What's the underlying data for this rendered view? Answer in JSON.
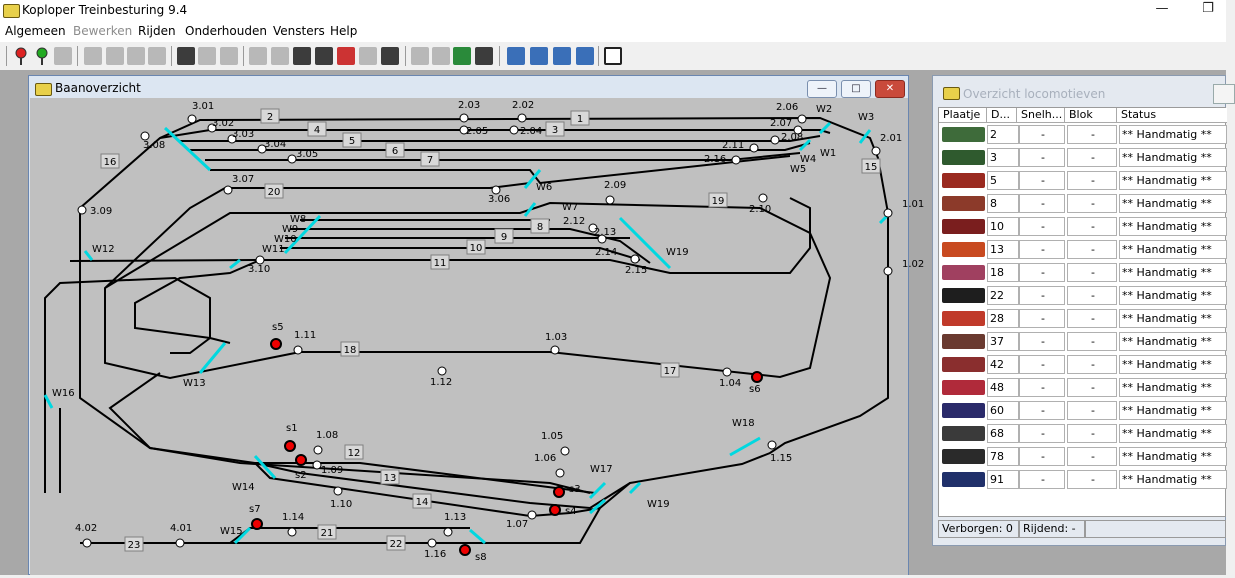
{
  "app": {
    "title": "Koploper Treinbesturing 9.4",
    "minimize": "—",
    "maximize": "❐"
  },
  "menu": [
    "Algemeen",
    "Bewerken",
    "Rijden",
    "Onderhouden",
    "Vensters",
    "Help"
  ],
  "track_window": {
    "title": "Baanoverzicht",
    "blocks": [
      "1",
      "2",
      "3",
      "4",
      "5",
      "6",
      "7",
      "8",
      "9",
      "10",
      "11",
      "12",
      "13",
      "14",
      "15",
      "16",
      "17",
      "18",
      "19",
      "20",
      "21",
      "22",
      "23"
    ],
    "points": [
      "1.01",
      "1.02",
      "1.03",
      "1.04",
      "1.05",
      "1.06",
      "1.07",
      "1.08",
      "1.09",
      "1.10",
      "1.11",
      "1.12",
      "1.13",
      "1.14",
      "1.15",
      "1.16",
      "2.01",
      "2.02",
      "2.03",
      "2.04",
      "2.05",
      "2.06",
      "2.07",
      "2.08",
      "2.09",
      "2.10",
      "2.11",
      "2.12",
      "2.13",
      "2.14",
      "2.15",
      "2.16",
      "3.01",
      "3.02",
      "3.03",
      "3.04",
      "3.05",
      "3.06",
      "3.07",
      "3.08",
      "3.09",
      "3.10",
      "4.01",
      "4.02"
    ],
    "switches": [
      "W1",
      "W2",
      "W3",
      "W4",
      "W5",
      "W6",
      "W7",
      "W8",
      "W9",
      "W10",
      "W11",
      "W12",
      "W13",
      "W14",
      "W15",
      "W16",
      "W17",
      "W18",
      "W19",
      "W19"
    ],
    "signals": [
      "s1",
      "s2",
      "s3",
      "s4",
      "s5",
      "s6",
      "s7",
      "s8"
    ]
  },
  "loco_window": {
    "title": "Overzicht locomotieven",
    "columns": [
      "Plaatje",
      "D...",
      "Snelh...",
      "Blok",
      "Status"
    ],
    "rows": [
      {
        "nr": "2",
        "speed": "-",
        "block": "-",
        "status": "** Handmatig **",
        "color": "#3e6b3a"
      },
      {
        "nr": "3",
        "speed": "-",
        "block": "-",
        "status": "** Handmatig **",
        "color": "#2f5a2e"
      },
      {
        "nr": "5",
        "speed": "-",
        "block": "-",
        "status": "** Handmatig **",
        "color": "#9a2a20"
      },
      {
        "nr": "8",
        "speed": "-",
        "block": "-",
        "status": "** Handmatig **",
        "color": "#8c3a2a"
      },
      {
        "nr": "10",
        "speed": "-",
        "block": "-",
        "status": "** Handmatig **",
        "color": "#7a1e1e"
      },
      {
        "nr": "13",
        "speed": "-",
        "block": "-",
        "status": "** Handmatig **",
        "color": "#c84a20"
      },
      {
        "nr": "18",
        "speed": "-",
        "block": "-",
        "status": "** Handmatig **",
        "color": "#a04060"
      },
      {
        "nr": "22",
        "speed": "-",
        "block": "-",
        "status": "** Handmatig **",
        "color": "#1e1e1e"
      },
      {
        "nr": "28",
        "speed": "-",
        "block": "-",
        "status": "** Handmatig **",
        "color": "#c03a2a"
      },
      {
        "nr": "37",
        "speed": "-",
        "block": "-",
        "status": "** Handmatig **",
        "color": "#6a3a30"
      },
      {
        "nr": "42",
        "speed": "-",
        "block": "-",
        "status": "** Handmatig **",
        "color": "#8a2e2e"
      },
      {
        "nr": "48",
        "speed": "-",
        "block": "-",
        "status": "** Handmatig **",
        "color": "#b02a3a"
      },
      {
        "nr": "60",
        "speed": "-",
        "block": "-",
        "status": "** Handmatig **",
        "color": "#2a2a6a"
      },
      {
        "nr": "68",
        "speed": "-",
        "block": "-",
        "status": "** Handmatig **",
        "color": "#3a3a3a"
      },
      {
        "nr": "78",
        "speed": "-",
        "block": "-",
        "status": "** Handmatig **",
        "color": "#2a2a2a"
      },
      {
        "nr": "91",
        "speed": "-",
        "block": "-",
        "status": "** Handmatig **",
        "color": "#20306a"
      }
    ],
    "status": {
      "hidden": "Verborgen: 0",
      "driving": "Rijdend: -"
    }
  }
}
